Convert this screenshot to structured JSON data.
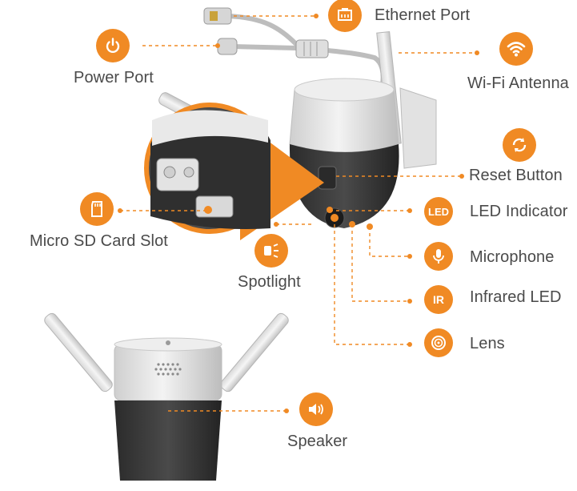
{
  "colors": {
    "accent": "#f08a24",
    "text": "#4a4a4a",
    "camera_body": "#e6e6e6",
    "camera_dark": "#3a3a3a"
  },
  "labels": {
    "ethernet_port": "Ethernet Port",
    "power_port": "Power Port",
    "wifi_antenna": "Wi-Fi Antenna",
    "reset_button": "Reset Button",
    "micro_sd_card_slot": "Micro SD Card Slot",
    "led_indicator": "LED Indicator",
    "microphone": "Microphone",
    "spotlight": "Spotlight",
    "infrared_led": "Infrared LED",
    "lens": "Lens",
    "speaker": "Speaker"
  },
  "badges": {
    "led_text": "LED",
    "ir_text": "IR"
  },
  "icons": {
    "ethernet_port": "ethernet-icon",
    "power_port": "power-icon",
    "wifi_antenna": "wifi-icon",
    "reset_button": "reset-icon",
    "micro_sd_card_slot": "sd-card-icon",
    "led_indicator": "led-icon",
    "microphone": "microphone-icon",
    "spotlight": "spotlight-icon",
    "infrared_led": "infrared-icon",
    "lens": "lens-icon",
    "speaker": "speaker-icon"
  }
}
